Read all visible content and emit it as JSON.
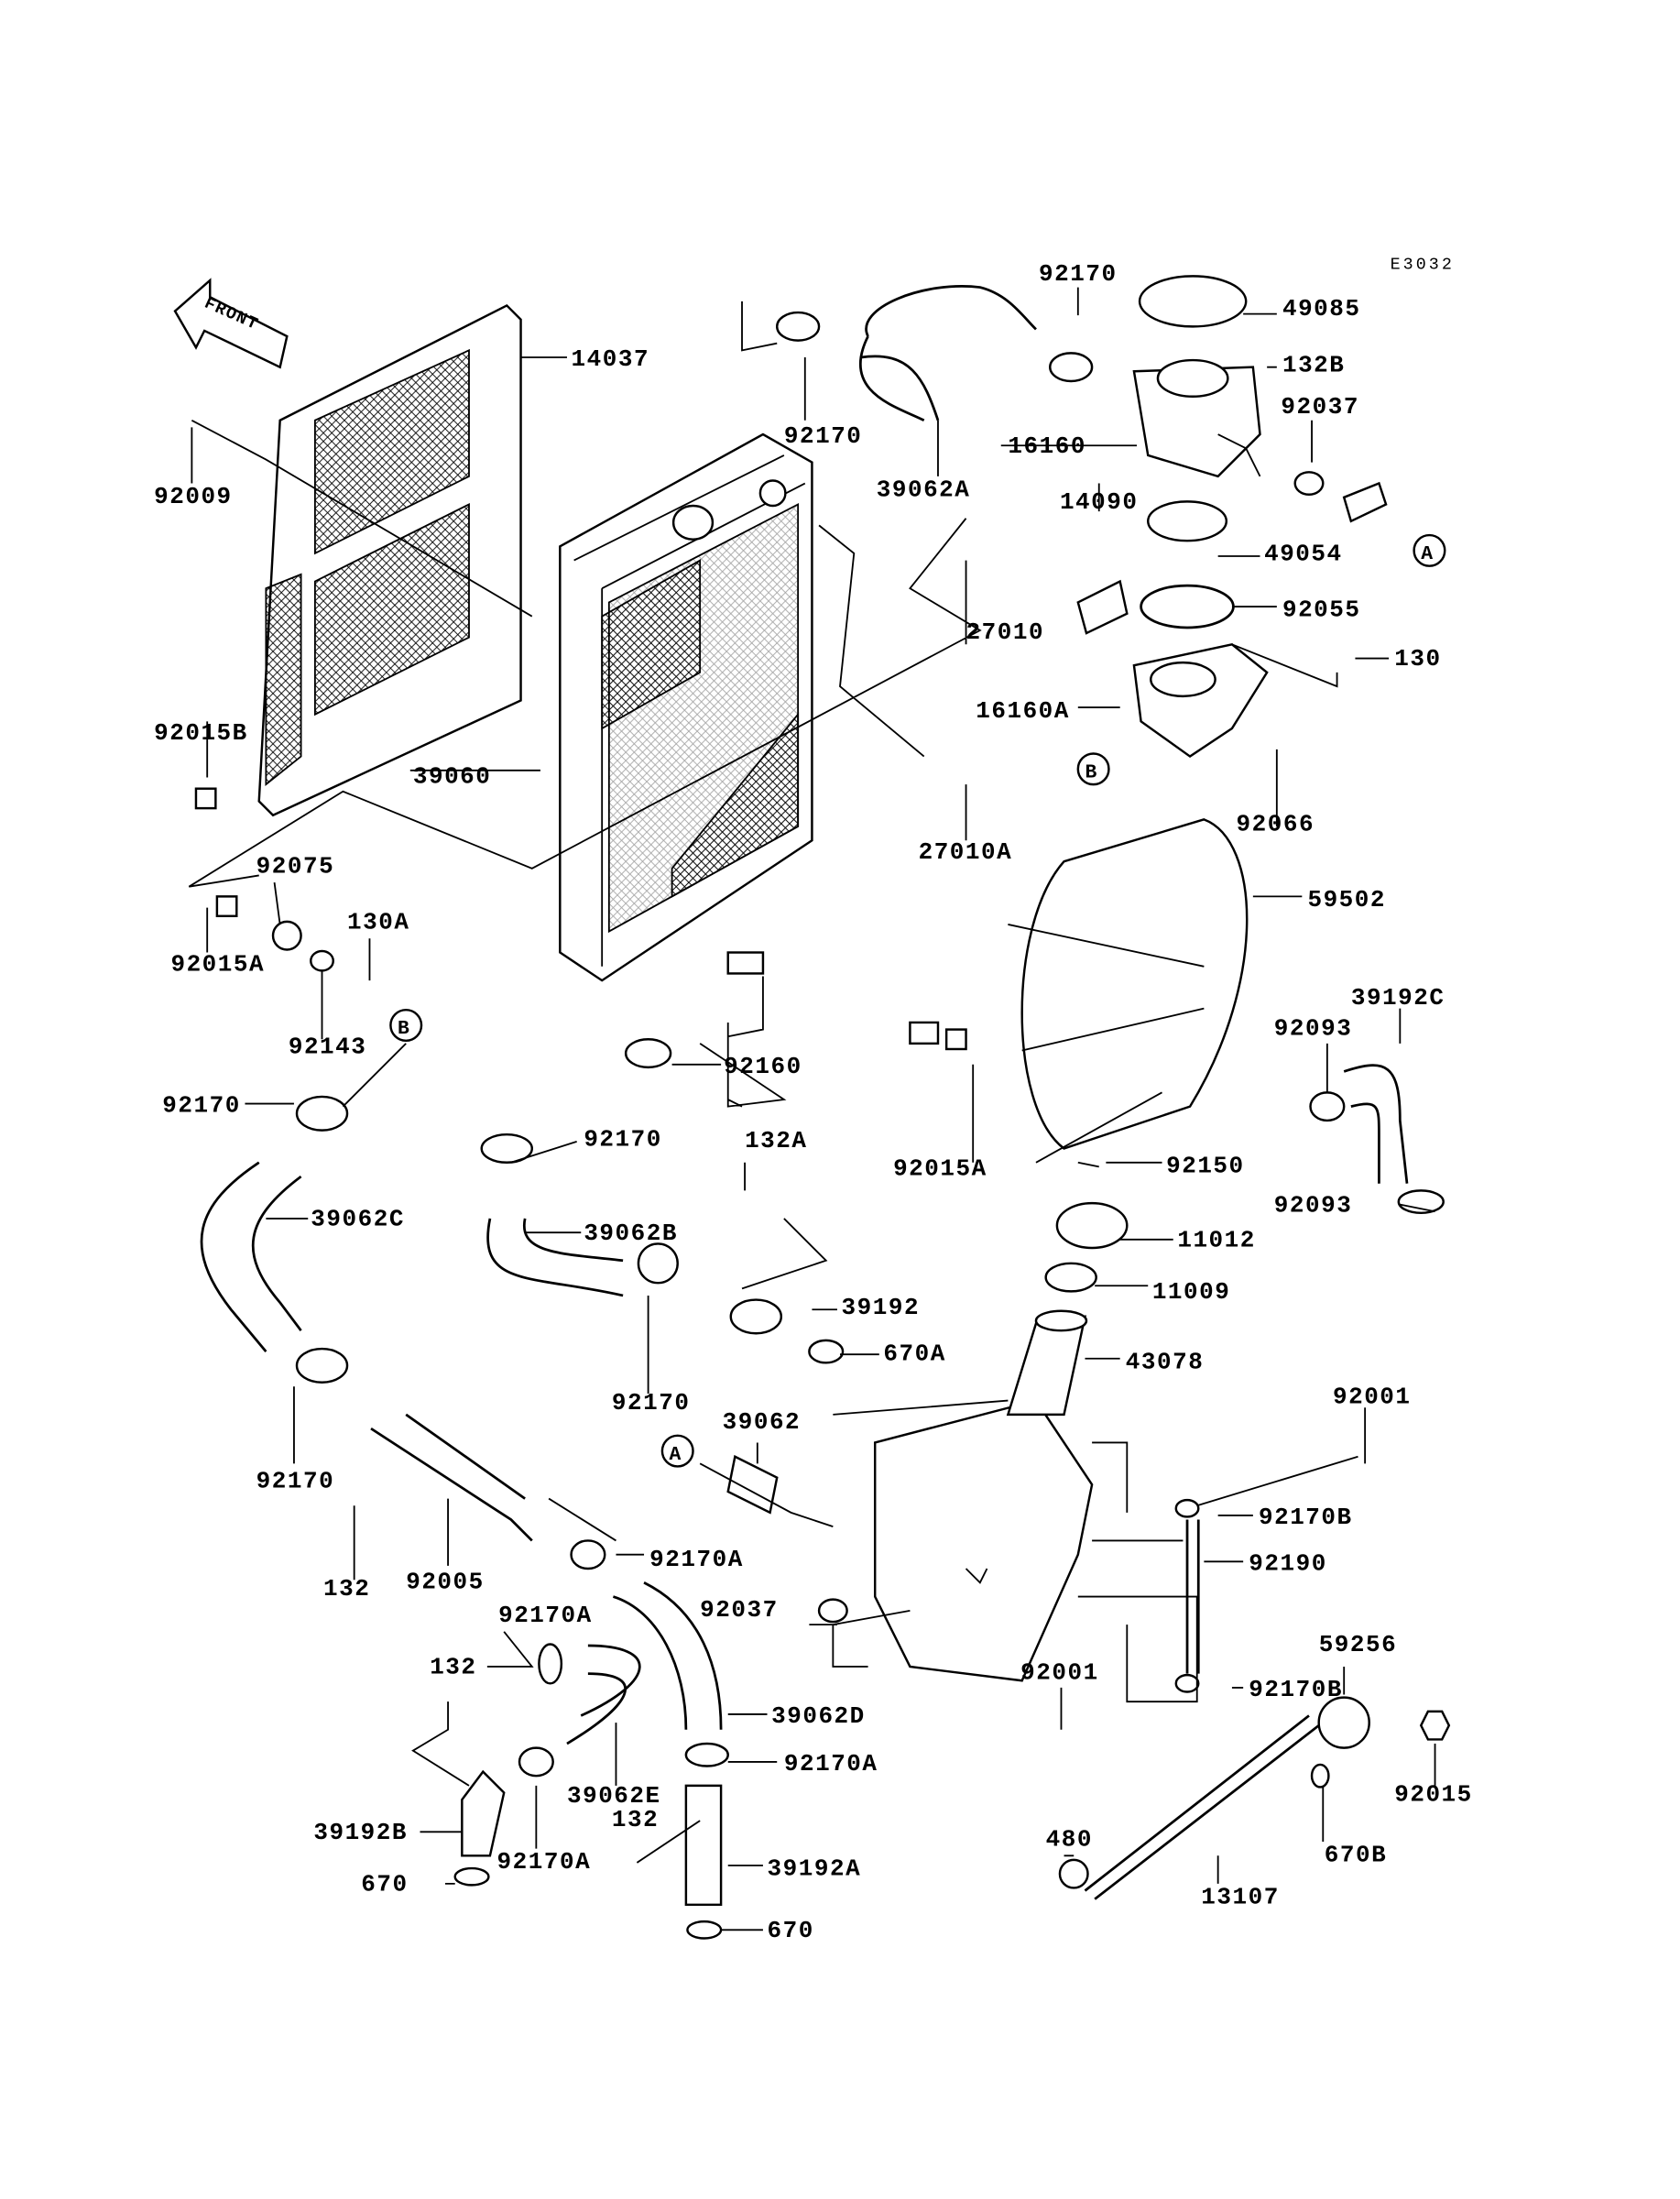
{
  "diagram_code": "E3032",
  "front_label": "FRONT",
  "refs": {
    "a": "A",
    "b": "B"
  },
  "callouts": [
    "14037",
    "92009",
    "92015B",
    "39060",
    "92075",
    "130A",
    "92015A",
    "92143",
    "92170",
    "92170",
    "39062A",
    "16160",
    "49085",
    "132B",
    "92037",
    "14090",
    "49054",
    "92055",
    "130",
    "27010",
    "16160A",
    "27010A",
    "92066",
    "59502",
    "39192C",
    "92093",
    "92093",
    "92170",
    "92160",
    "92170",
    "132A",
    "92015A",
    "92150",
    "39062C",
    "39062B",
    "11012",
    "39192",
    "11009",
    "670A",
    "92170",
    "43078",
    "39062",
    "92001",
    "92170",
    "92170B",
    "132",
    "92005",
    "92170A",
    "92190",
    "92037",
    "92170A",
    "132",
    "92001",
    "59256",
    "92170B",
    "39062D",
    "92170A",
    "39062E",
    "92015",
    "132",
    "39192B",
    "92170A",
    "480",
    "670B",
    "39192A",
    "670",
    "13107",
    "670"
  ]
}
